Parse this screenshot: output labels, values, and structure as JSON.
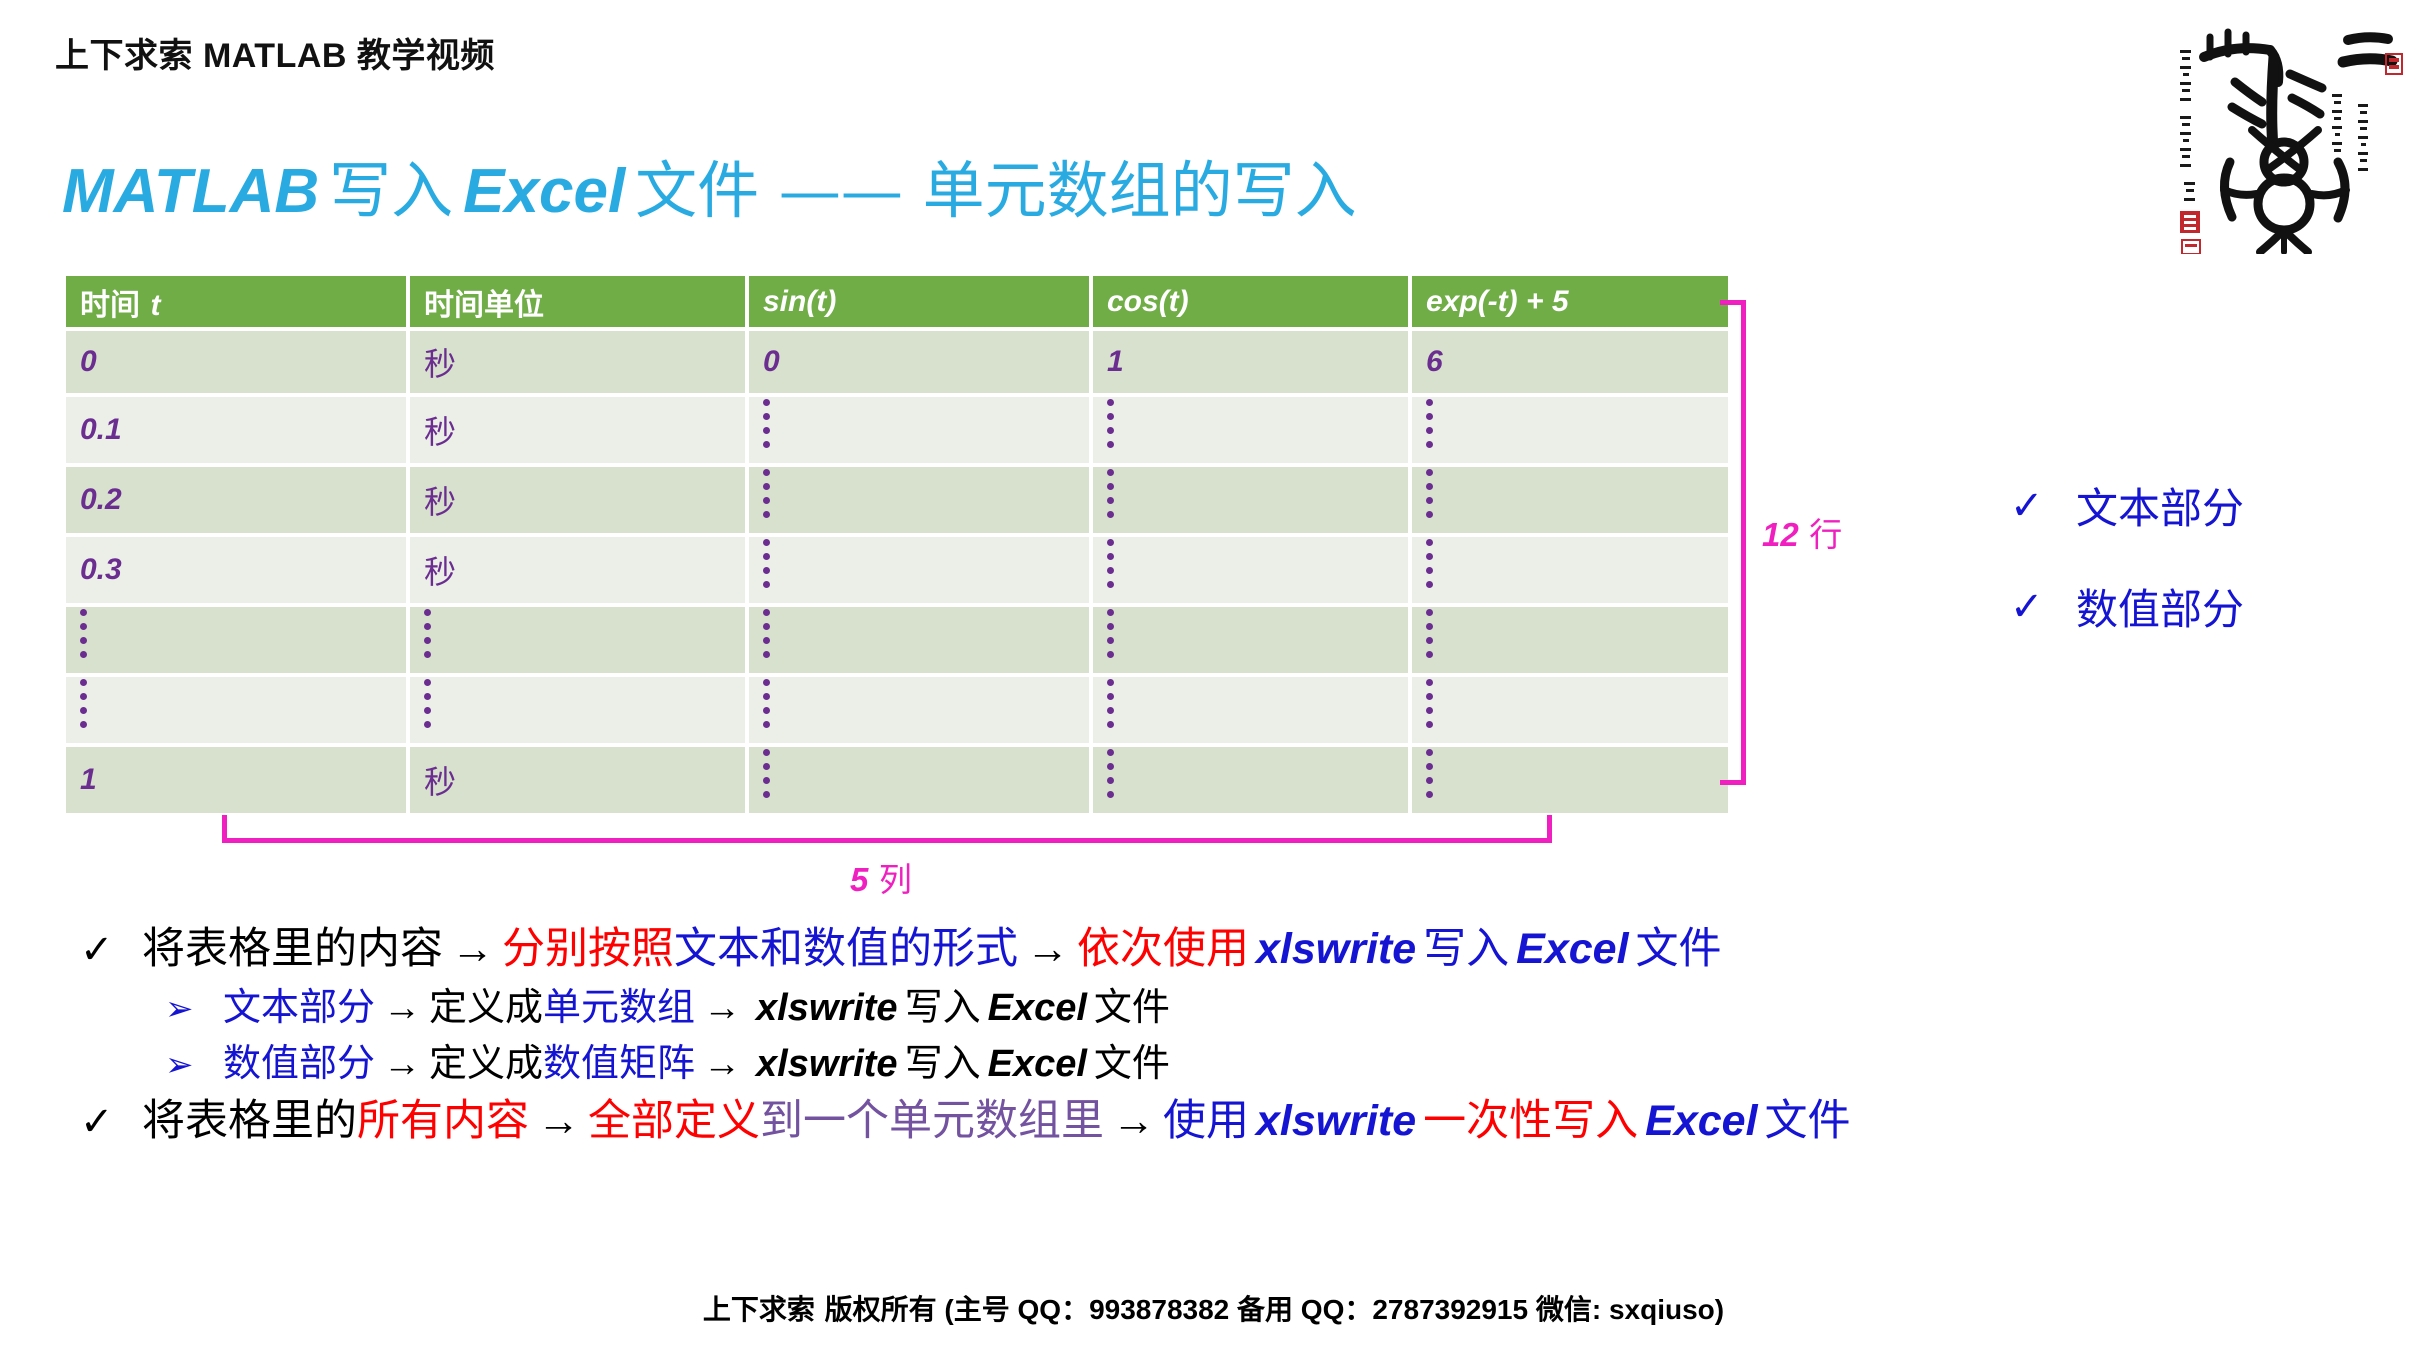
{
  "header": {
    "breadcrumb": "上下求索 MATLAB 教学视频"
  },
  "title": {
    "part_en1": "MATLAB",
    "part_cn1": "写入",
    "part_en2": "Excel",
    "part_cn2": "文件 —— 单元数组的写入",
    "color": "#29ABE2"
  },
  "logo": {
    "name": "seal-script-calligraphy-logo",
    "side_text_left": "上下求索  语出屈原离骚  海晏堂",
    "side_text_right": "吾将上下而求索   游冀其修远兮"
  },
  "table": {
    "header_color": "#70AD47",
    "row_color_odd": "#D7E1CD",
    "row_color_even": "#EBEFE8",
    "text_color": "#6B2D90",
    "columns": [
      {
        "cn": "时间 ",
        "en": "t"
      },
      {
        "cn": "时间单位",
        "en": ""
      },
      {
        "cn": "",
        "en": "sin(t)"
      },
      {
        "cn": "",
        "en": "cos(t)"
      },
      {
        "cn": "",
        "en": "exp(-t) + 5"
      }
    ],
    "rows": [
      [
        "0",
        "秒",
        "0",
        "1",
        "6"
      ],
      [
        "0.1",
        "秒",
        "⋮",
        "⋮",
        "⋮"
      ],
      [
        "0.2",
        "秒",
        "⋮",
        "⋮",
        "⋮"
      ],
      [
        "0.3",
        "秒",
        "⋮",
        "⋮",
        "⋮"
      ],
      [
        "⋮",
        "⋮",
        "⋮",
        "⋮",
        "⋮"
      ],
      [
        "⋮",
        "⋮",
        "⋮",
        "⋮",
        "⋮"
      ],
      [
        "1",
        "秒",
        "⋮",
        "⋮",
        "⋮"
      ]
    ]
  },
  "annotations": {
    "rows_label_num": "12",
    "rows_label_unit": " 行",
    "cols_label_num": "5",
    "cols_label_unit": " 列",
    "bracket_color": "#F020C0"
  },
  "side_checks": {
    "tick": "✓",
    "items": [
      {
        "label": "文本部分"
      },
      {
        "label": "数值部分"
      }
    ],
    "color": "#1414D2"
  },
  "bullets": {
    "check_marker": "✓",
    "arrow_marker": "➢",
    "arrow": "→",
    "lines": [
      {
        "level": 1,
        "segments": [
          {
            "text": "将表格里的内容",
            "color": "black",
            "script": "cn"
          },
          {
            "text": "→",
            "color": "arrow",
            "script": "arrow"
          },
          {
            "text": "分别按照",
            "color": "red",
            "script": "cn"
          },
          {
            "text": "文本和数值的形式",
            "color": "blue",
            "script": "cn"
          },
          {
            "text": "→",
            "color": "arrow",
            "script": "arrow"
          },
          {
            "text": "依次使用",
            "color": "red",
            "script": "cn"
          },
          {
            "text": "xlswrite",
            "color": "blue",
            "script": "en"
          },
          {
            "text": "写入",
            "color": "blue",
            "script": "cn"
          },
          {
            "text": "Excel",
            "color": "blue",
            "script": "en"
          },
          {
            "text": "文件",
            "color": "blue",
            "script": "cn"
          }
        ]
      },
      {
        "level": 2,
        "segments": [
          {
            "text": "文本部分",
            "color": "blue",
            "script": "cn"
          },
          {
            "text": "→",
            "color": "arrow",
            "script": "arrow"
          },
          {
            "text": "定义成",
            "color": "black",
            "script": "cn"
          },
          {
            "text": "单元数组",
            "color": "blue",
            "script": "cn"
          },
          {
            "text": "→",
            "color": "arrow",
            "script": "arrow"
          },
          {
            "text": "xlswrite",
            "color": "black",
            "script": "en"
          },
          {
            "text": "写入",
            "color": "black",
            "script": "cn"
          },
          {
            "text": "Excel",
            "color": "black",
            "script": "en"
          },
          {
            "text": "文件",
            "color": "black",
            "script": "cn"
          }
        ]
      },
      {
        "level": 2,
        "segments": [
          {
            "text": "数值部分",
            "color": "blue",
            "script": "cn"
          },
          {
            "text": "→",
            "color": "arrow",
            "script": "arrow"
          },
          {
            "text": "定义成",
            "color": "black",
            "script": "cn"
          },
          {
            "text": "数值矩阵",
            "color": "blue",
            "script": "cn"
          },
          {
            "text": "→",
            "color": "arrow",
            "script": "arrow"
          },
          {
            "text": "xlswrite",
            "color": "black",
            "script": "en"
          },
          {
            "text": "写入",
            "color": "black",
            "script": "cn"
          },
          {
            "text": "Excel",
            "color": "black",
            "script": "en"
          },
          {
            "text": "文件",
            "color": "black",
            "script": "cn"
          }
        ]
      },
      {
        "level": 1,
        "segments": [
          {
            "text": "将表格里的",
            "color": "black",
            "script": "cn"
          },
          {
            "text": "所有内容",
            "color": "red",
            "script": "cn"
          },
          {
            "text": "→",
            "color": "arrow",
            "script": "arrow"
          },
          {
            "text": "全部定义",
            "color": "red",
            "script": "cn"
          },
          {
            "text": "到一个单元数组里",
            "color": "purple",
            "script": "cn"
          },
          {
            "text": "→",
            "color": "arrow",
            "script": "arrow"
          },
          {
            "text": "使用",
            "color": "blue",
            "script": "cn"
          },
          {
            "text": "xlswrite",
            "color": "blue",
            "script": "en"
          },
          {
            "text": "一次性写入",
            "color": "red",
            "script": "cn"
          },
          {
            "text": "Excel",
            "color": "blue",
            "script": "en"
          },
          {
            "text": "文件",
            "color": "blue",
            "script": "cn"
          }
        ]
      }
    ]
  },
  "footer": {
    "text_cn1": "上下求索 版权所有",
    "text_rest": "(主号 QQ：993878382   备用 QQ：2787392915   微信: sxqiuso)"
  }
}
